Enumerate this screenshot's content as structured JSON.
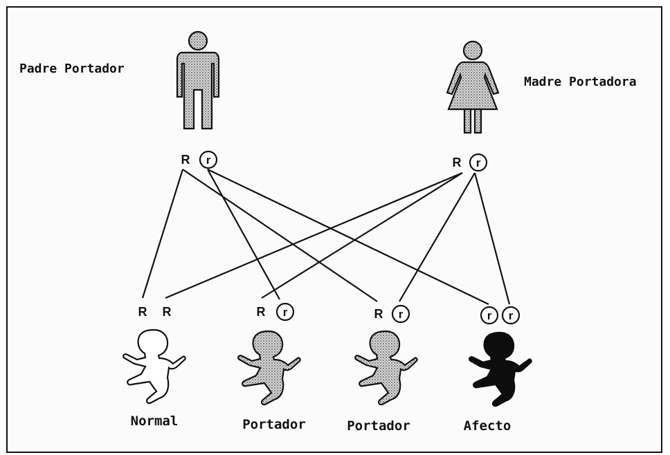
{
  "parents": {
    "father": {
      "label": "Padre Portador",
      "figure": "male-figure-icon",
      "alleles": [
        "R",
        "r"
      ]
    },
    "mother": {
      "label": "Madre Portadora",
      "figure": "female-figure-icon",
      "alleles": [
        "R",
        "r"
      ]
    }
  },
  "children": [
    {
      "label": "Normal",
      "alleles": [
        "R",
        "R"
      ],
      "figure": "baby-outline-icon"
    },
    {
      "label": "Portador",
      "alleles": [
        "R",
        "r"
      ],
      "figure": "baby-dotted-icon"
    },
    {
      "label": "Portador",
      "alleles": [
        "R",
        "r"
      ],
      "figure": "baby-dotted-icon"
    },
    {
      "label": "Afecto",
      "alleles": [
        "r",
        "r"
      ],
      "figure": "baby-solid-icon"
    }
  ],
  "inheritance_links": [
    {
      "from": "father",
      "allele": 0,
      "to_child": 0,
      "to_allele": 0
    },
    {
      "from": "mother",
      "allele": 0,
      "to_child": 0,
      "to_allele": 1
    },
    {
      "from": "father",
      "allele": 1,
      "to_child": 1,
      "to_allele": 1
    },
    {
      "from": "mother",
      "allele": 0,
      "to_child": 1,
      "to_allele": 0
    },
    {
      "from": "father",
      "allele": 0,
      "to_child": 2,
      "to_allele": 0
    },
    {
      "from": "mother",
      "allele": 1,
      "to_child": 2,
      "to_allele": 1
    },
    {
      "from": "father",
      "allele": 1,
      "to_child": 3,
      "to_allele": 0
    },
    {
      "from": "mother",
      "allele": 1,
      "to_child": 3,
      "to_allele": 1
    }
  ],
  "colors": {
    "ink": "#111111",
    "dotted_fill": "#bdbdbd",
    "affected_fill": "#0d0d0d"
  }
}
